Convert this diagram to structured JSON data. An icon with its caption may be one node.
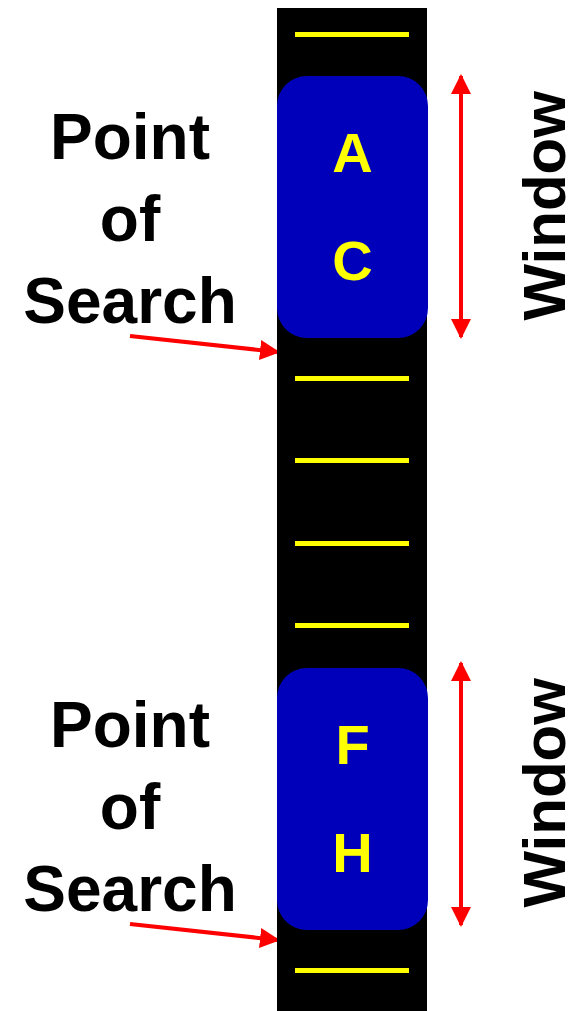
{
  "diagram": {
    "nodes": [
      {
        "text": [],
        "shape": "bar"
      },
      {
        "text": [
          "A",
          "C"
        ],
        "in": 0
      },
      {
        "text": [
          "F",
          "H"
        ],
        "in": 0
      },
      {
        "text": [
          "Point of Search"
        ]
      },
      {
        "text": [
          "Point of Search"
        ]
      }
    ],
    "edges": [
      {
        "from": 3,
        "to": 0,
        "arrow": "to"
      },
      {
        "from": 4,
        "to": 0,
        "arrow": "to"
      }
    ],
    "labels": [
      "Window",
      "Window"
    ]
  }
}
